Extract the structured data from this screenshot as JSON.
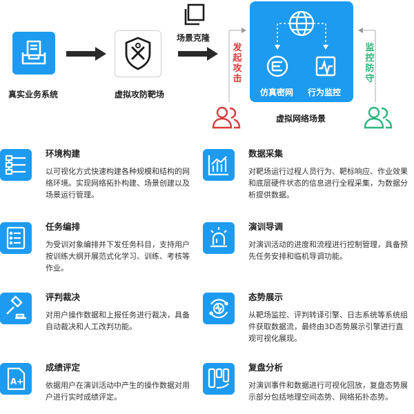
{
  "diagram": {
    "real_system_label": "真实业务系统",
    "range_label": "虚拟攻防靶场",
    "clone_label": "场景克隆",
    "attack_label": "发起攻击",
    "monitor_defend_label": "监控防守",
    "honeynet_label": "仿真密网",
    "behavior_label": "行为监控",
    "scene_label": "虚拟网络场景",
    "colors": {
      "primary": "#1d9bf0",
      "attack": "#d93a3a",
      "defense": "#2bb37a"
    }
  },
  "features": [
    {
      "title": "环境构建",
      "desc": "以可视化方式快速构建各种规模和结构的网络环境。实现网络拓扑构建、场景创建以及场景运行管理。",
      "icon": "topology-icon"
    },
    {
      "title": "数据采集",
      "desc": "对靶场运行过程人员行为、靶标响应、作业效果和底层硬件状态的信息进行全程采集，为数据分析提供数据。",
      "icon": "bar-chart-icon"
    },
    {
      "title": "任务编排",
      "desc": "为受训对象编排并下发任务科目，支持用户按训练大纲开展范式化学习、训练、考核等作业。",
      "icon": "list-icon"
    },
    {
      "title": "演训导调",
      "desc": "对演训活动的进度和流程进行控制管理，具备预先任务安排和临机导调功能。",
      "icon": "alarm-light-icon"
    },
    {
      "title": "评判裁决",
      "desc": "对用户操作数据和上报任务进行裁决，具备自动裁决和人工改判功能。",
      "icon": "gavel-icon"
    },
    {
      "title": "态势展示",
      "desc": "从靶场监控、评判转译引擎、日志系统等系统组件获取数据流，最终由3D态势展示引擎进行直观可视化展现。",
      "icon": "situation-icon"
    },
    {
      "title": "成绩评定",
      "desc": "依据用户在演训活动中产生的操作数据对用户进行实时成绩评定。",
      "icon": "grade-icon"
    },
    {
      "title": "复盘分析",
      "desc": "对演训事件和数据进行可视化回放，复盘态势展示部分包括地理空间态势、网络拓扑态势。",
      "icon": "replay-icon"
    }
  ]
}
